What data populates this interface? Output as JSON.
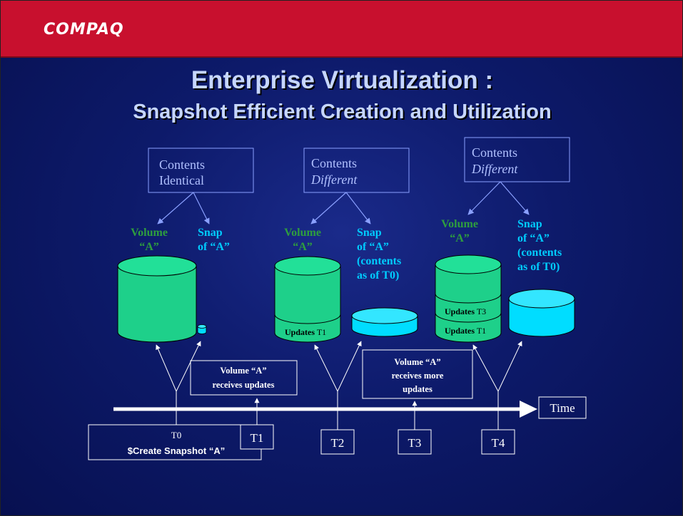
{
  "header": {
    "logo_text": "COMPAQ",
    "bar_color": "#c8102e"
  },
  "title": {
    "line1": "Enterprise Virtualization :",
    "line2": "Snapshot Efficient Creation and Utilization"
  },
  "colors": {
    "background": "#0d1a6a",
    "volume_green": "#1ed08a",
    "snap_cyan": "#00ddff",
    "label_green": "#2e9e3e",
    "label_cyan": "#00ccff",
    "box_border": "#8aa0ff",
    "arrow_white": "#ffffff"
  },
  "contents_boxes": [
    {
      "line1": "Contents",
      "line2": "Identical"
    },
    {
      "line1": "Contents",
      "line2": "Different"
    },
    {
      "line1": "Contents",
      "line2": "Different"
    }
  ],
  "volume_labels": [
    {
      "line1": "Volume",
      "line2": "“A”"
    },
    {
      "line1": "Volume",
      "line2": "“A”"
    },
    {
      "line1": "Volume",
      "line2": "“A”"
    }
  ],
  "snap_labels": [
    {
      "lines": [
        "Snap",
        "of “A”"
      ]
    },
    {
      "lines": [
        "Snap",
        "of “A”",
        "(contents",
        "as of T0)"
      ]
    },
    {
      "lines": [
        "Snap",
        "of “A”",
        "(contents",
        "as of T0)"
      ]
    }
  ],
  "update_labels": {
    "updates_word": "Updates",
    "t1": "T1",
    "t3": "T3"
  },
  "event_boxes": [
    {
      "lines": [
        "Volume “A”",
        "receives updates"
      ]
    },
    {
      "lines": [
        "Volume “A”",
        "receives more",
        "updates"
      ]
    }
  ],
  "timeline": {
    "time_label": "Time",
    "t0_label": "T0",
    "t0_action": "$Create Snapshot “A”",
    "ticks": [
      "T1",
      "T2",
      "T3",
      "T4"
    ]
  }
}
